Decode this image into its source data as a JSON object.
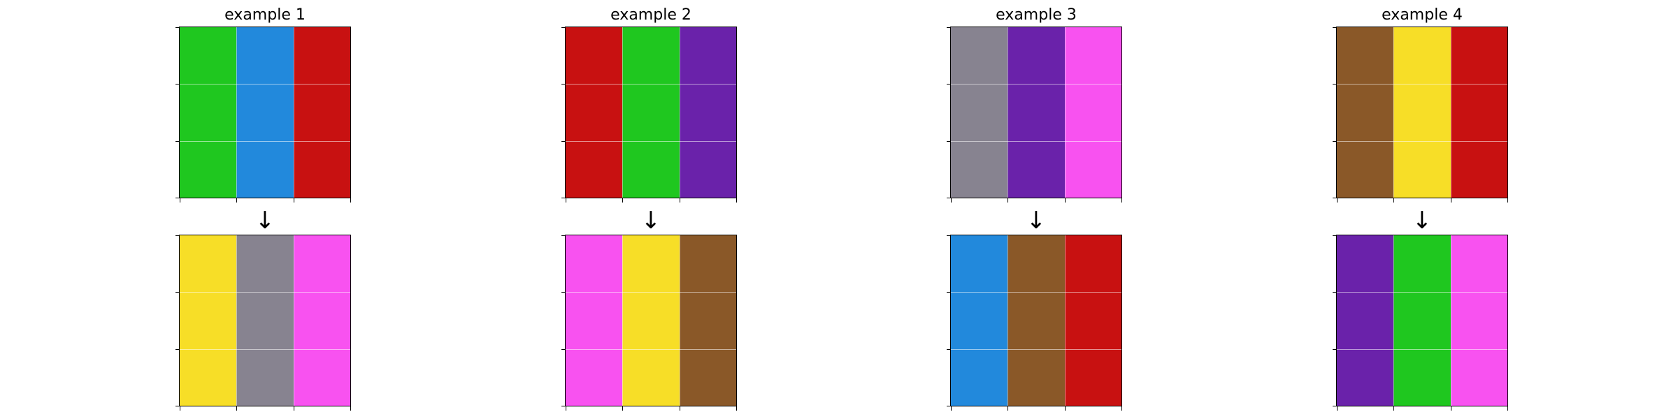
{
  "colors": {
    "green": "#1fc71f",
    "blue": "#2289dc",
    "red": "#c81111",
    "purple": "#6a22aa",
    "gray": "#878390",
    "magenta": "#f852f0",
    "brown": "#8a5828",
    "yellow": "#f7de27"
  },
  "arrow_symbol": "↓",
  "examples": [
    {
      "title": "example 1",
      "input": [
        [
          "green",
          "blue",
          "red"
        ],
        [
          "green",
          "blue",
          "red"
        ],
        [
          "green",
          "blue",
          "red"
        ]
      ],
      "output": [
        [
          "yellow",
          "gray",
          "magenta"
        ],
        [
          "yellow",
          "gray",
          "magenta"
        ],
        [
          "yellow",
          "gray",
          "magenta"
        ]
      ]
    },
    {
      "title": "example 2",
      "input": [
        [
          "red",
          "green",
          "purple"
        ],
        [
          "red",
          "green",
          "purple"
        ],
        [
          "red",
          "green",
          "purple"
        ]
      ],
      "output": [
        [
          "magenta",
          "yellow",
          "brown"
        ],
        [
          "magenta",
          "yellow",
          "brown"
        ],
        [
          "magenta",
          "yellow",
          "brown"
        ]
      ]
    },
    {
      "title": "example 3",
      "input": [
        [
          "gray",
          "purple",
          "magenta"
        ],
        [
          "gray",
          "purple",
          "magenta"
        ],
        [
          "gray",
          "purple",
          "magenta"
        ]
      ],
      "output": [
        [
          "blue",
          "brown",
          "red"
        ],
        [
          "blue",
          "brown",
          "red"
        ],
        [
          "blue",
          "brown",
          "red"
        ]
      ]
    },
    {
      "title": "example 4",
      "input": [
        [
          "brown",
          "yellow",
          "red"
        ],
        [
          "brown",
          "yellow",
          "red"
        ],
        [
          "brown",
          "yellow",
          "red"
        ]
      ],
      "output": [
        [
          "purple",
          "green",
          "magenta"
        ],
        [
          "purple",
          "green",
          "magenta"
        ],
        [
          "purple",
          "green",
          "magenta"
        ]
      ]
    }
  ]
}
